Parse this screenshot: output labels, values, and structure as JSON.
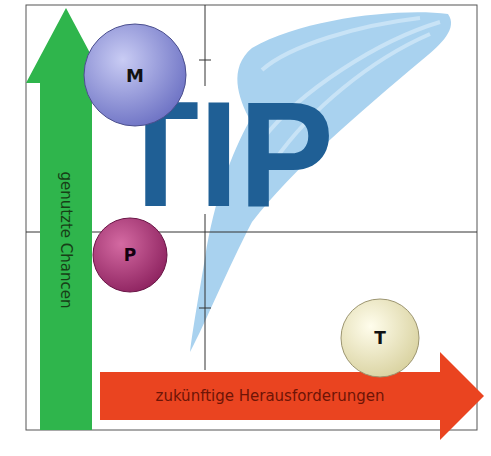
{
  "diagram": {
    "nodes": [
      {
        "text": [
          "M"
        ]
      },
      {
        "text": [
          "genutzte Chancen"
        ]
      },
      {
        "text": [
          "P"
        ]
      },
      {
        "text": [
          "T"
        ]
      },
      {
        "text": [
          "zukünftige Herausforderungen"
        ]
      }
    ],
    "labels": [
      "TIP"
    ]
  }
}
